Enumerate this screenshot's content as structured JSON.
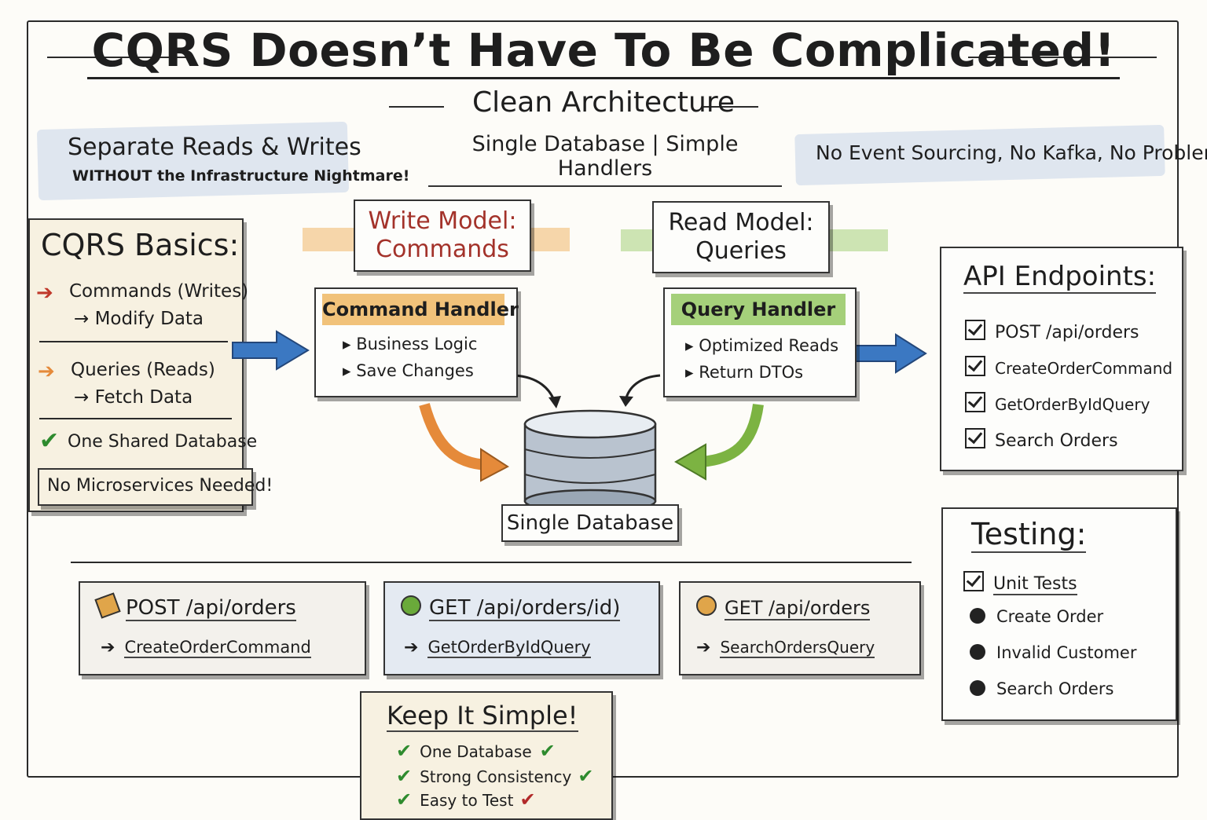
{
  "title": "CQRS Doesn’t Have To Be Complicated!",
  "subtitle": "Clean Architecture",
  "tagline": "Single Database | Simple Handlers",
  "left_banner": {
    "line1": "Separate Reads & Writes",
    "line2": "WITHOUT the Infrastructure Nightmare!"
  },
  "right_banner": "No Event Sourcing, No Kafka, No Problem!",
  "basics": {
    "heading": "CQRS Basics:",
    "commands": "Commands (Writes)",
    "commands_sub": "→ Modify Data",
    "queries": "Queries (Reads)",
    "queries_sub": "→ Fetch Data",
    "shared": "One Shared Database",
    "footer": "No Microservices Needed!"
  },
  "write_model": {
    "label_line1": "Write Model:",
    "label_line2": "Commands",
    "handler": "Command Handler",
    "items": [
      "Business Logic",
      "Save Changes"
    ]
  },
  "read_model": {
    "label_line1": "Read Model:",
    "label_line2": "Queries",
    "handler": "Query Handler",
    "items": [
      "Optimized Reads",
      "Return DTOs"
    ]
  },
  "database_label": "Single Database",
  "api": {
    "heading": "API Endpoints:",
    "items": [
      "POST /api/orders",
      "CreateOrderCommand",
      "GetOrderByIdQuery",
      "Search Orders"
    ]
  },
  "testing": {
    "heading": "Testing:",
    "checked": "Unit Tests",
    "items": [
      "Create Order",
      "Invalid Customer",
      "Search Orders"
    ]
  },
  "endpoints": [
    {
      "route": "POST /api/orders",
      "target": "CreateOrderCommand",
      "color": "#e0a54a"
    },
    {
      "route": "GET /api/orders/id)",
      "target": "GetOrderByIdQuery",
      "color": "#6aaa3a"
    },
    {
      "route": "GET /api/orders",
      "target": "SearchOrdersQuery",
      "color": "#e0a54a"
    }
  ],
  "keep_simple": {
    "heading": "Keep It Simple!",
    "items": [
      "One Database",
      "Strong Consistency",
      "Easy to Test"
    ]
  },
  "colors": {
    "orange": "#e58a3a",
    "green": "#7cb342",
    "blue": "#3b78c2",
    "red": "#c0392b"
  }
}
